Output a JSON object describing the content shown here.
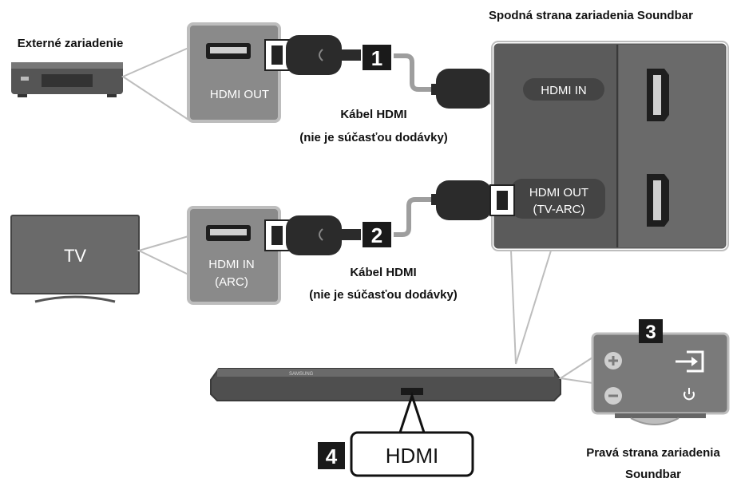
{
  "labels": {
    "soundbar_bottom": "Spodná strana zariadenia Soundbar",
    "external_device": "Externé zariadenie",
    "tv": "TV",
    "hdmi_out": "HDMI OUT",
    "hdmi_in_arc_line1": "HDMI IN",
    "hdmi_in_arc_line2": "(ARC)",
    "cable1_line1": "Kábel HDMI",
    "cable1_line2": "(nie je súčasťou dodávky)",
    "cable2_line1": "Kábel HDMI",
    "cable2_line2": "(nie je súčasťou dodávky)",
    "port_hdmi_in": "HDMI IN",
    "port_hdmi_out_line1": "HDMI OUT",
    "port_hdmi_out_line2": "(TV-ARC)",
    "right_side_line1": "Pravá strana zariadenia",
    "right_side_line2": "Soundbar",
    "display": "HDMI",
    "brand": "SAMSUNG"
  },
  "steps": [
    "1",
    "2",
    "3",
    "4"
  ],
  "colors": {
    "panel_gray": "#8a8a8a",
    "panel_dark": "#5b5b5b",
    "cable": "#2b2b2b",
    "badge": "#1a1a1a"
  }
}
